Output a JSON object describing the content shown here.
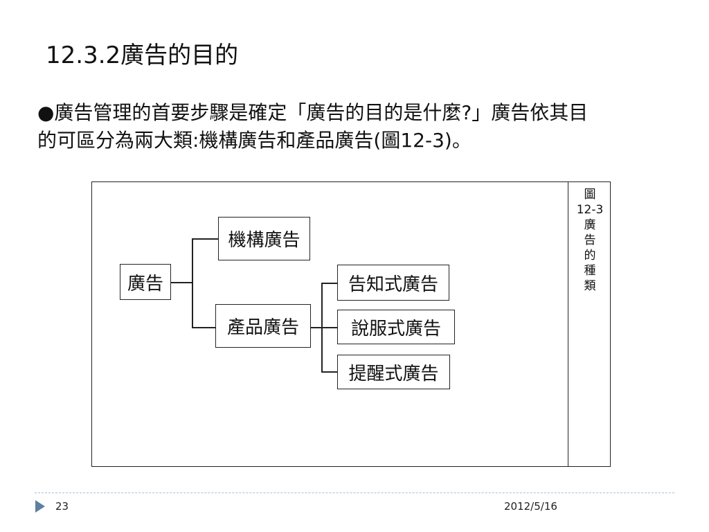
{
  "slide": {
    "title": "12.3.2廣告的目的",
    "paragraph_line1": "●廣告管理的首要步驟是確定「廣告的目的是什麼?」廣告依其目",
    "paragraph_line2": "的可區分為兩大類:機構廣告和產品廣告(圖12-3)。"
  },
  "diagram": {
    "caption": [
      "圖",
      "12-3",
      "廣",
      "告",
      "的",
      "種",
      "類"
    ],
    "root": "廣告",
    "institutional": "機構廣告",
    "product": "產品廣告",
    "informative": "告知式廣告",
    "persuasive": "說服式廣告",
    "reminder": "提醒式廣告"
  },
  "footer": {
    "page_number": "23",
    "date": "2012/5/16"
  }
}
